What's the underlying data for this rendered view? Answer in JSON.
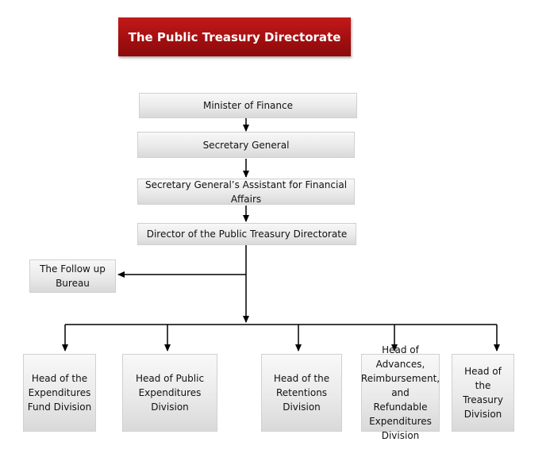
{
  "title": "The Public Treasury Directorate",
  "chain": {
    "minister": "Minister of Finance",
    "secretary_general": "Secretary General",
    "assistant": "Secretary General’s Assistant for Financial Affairs",
    "director": "Director of the Public Treasury Directorate"
  },
  "bureau": {
    "line1": "The Follow up",
    "line2": "Bureau"
  },
  "divisions": [
    {
      "lines": [
        "Head of the",
        "Expenditures",
        "Fund Division"
      ]
    },
    {
      "lines": [
        "Head of Public",
        "Expenditures",
        "Division"
      ]
    },
    {
      "lines": [
        "Head of the",
        "Retentions",
        "Division"
      ]
    },
    {
      "lines": [
        "Head of Advances,",
        "Reimbursement,",
        "and Refundable",
        "Expenditures",
        "Division"
      ]
    },
    {
      "lines": [
        "Head of the",
        "Treasury",
        "Division"
      ]
    }
  ]
}
